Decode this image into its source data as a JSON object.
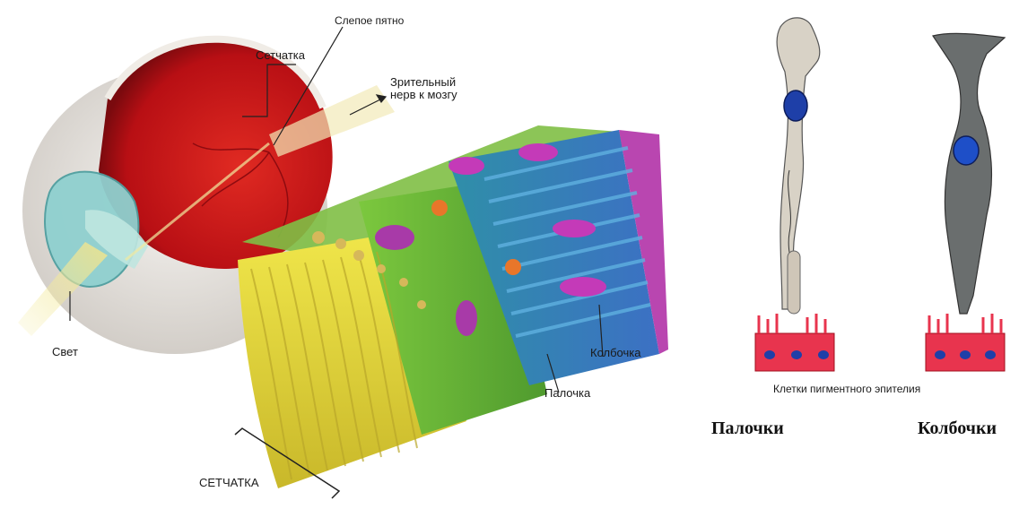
{
  "labels": {
    "blind_spot": "Слепое пятно",
    "retina": "Сетчатка",
    "optic_nerve_line1": "Зрительный",
    "optic_nerve_line2": "нерв к мозгу",
    "light": "Свет",
    "cone": "Колбочка",
    "rod": "Палочка",
    "retina_caps": "СЕТЧАТКА",
    "pigment_epithelium": "Клетки пигментного эпителия"
  },
  "captions": {
    "rods": "Палочки",
    "cones": "Колбочки"
  },
  "colors": {
    "eye_interior": "#c8141c",
    "sclera": "#ece9e4",
    "lens": "#7ec8c8",
    "yellow_layer": "#e8de3c",
    "green_layer": "#6fb83a",
    "blue_layer": "#3e8fc8",
    "magenta_cells": "#c43ab8",
    "pigment_epithelium": "#e8344e",
    "nucleus": "#1e3fa8"
  }
}
